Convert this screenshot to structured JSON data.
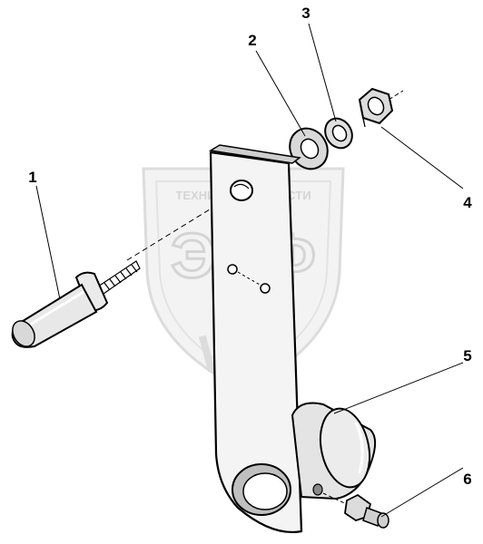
{
  "watermark": {
    "brand_top": "ТЕХНИКА И ЗАПЧАСТИ",
    "brand_letters": "ЭПФ"
  },
  "callouts": [
    {
      "id": "1",
      "label": "1"
    },
    {
      "id": "2",
      "label": "2"
    },
    {
      "id": "3",
      "label": "3"
    },
    {
      "id": "4",
      "label": "4"
    },
    {
      "id": "5",
      "label": "5"
    },
    {
      "id": "6",
      "label": "6"
    }
  ]
}
